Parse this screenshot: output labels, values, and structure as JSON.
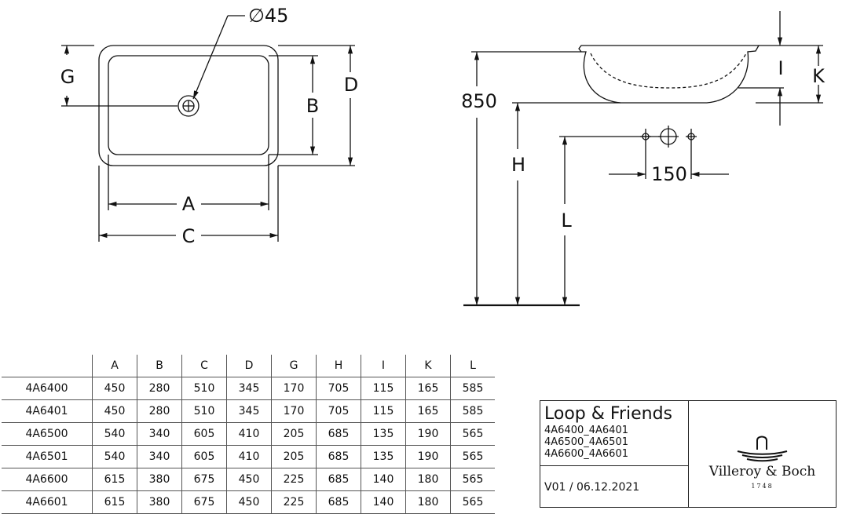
{
  "drawing": {
    "top_view": {
      "diameter_label": "∅45",
      "labels": {
        "A": "A",
        "B": "B",
        "C": "C",
        "D": "D",
        "G": "G"
      }
    },
    "side_view": {
      "height_label": "850",
      "labels": {
        "H": "H",
        "L": "L",
        "I": "I",
        "K": "K"
      },
      "spacing_label": "150"
    }
  },
  "table": {
    "headers": [
      "A",
      "B",
      "C",
      "D",
      "G",
      "H",
      "I",
      "K",
      "L"
    ],
    "rows": [
      {
        "code": "4A6400",
        "values": [
          "450",
          "280",
          "510",
          "345",
          "170",
          "705",
          "115",
          "165",
          "585"
        ]
      },
      {
        "code": "4A6401",
        "values": [
          "450",
          "280",
          "510",
          "345",
          "170",
          "705",
          "115",
          "165",
          "585"
        ]
      },
      {
        "code": "4A6500",
        "values": [
          "540",
          "340",
          "605",
          "410",
          "205",
          "685",
          "135",
          "190",
          "565"
        ]
      },
      {
        "code": "4A6501",
        "values": [
          "540",
          "340",
          "605",
          "410",
          "205",
          "685",
          "135",
          "190",
          "565"
        ]
      },
      {
        "code": "4A6600",
        "values": [
          "615",
          "380",
          "675",
          "450",
          "225",
          "685",
          "140",
          "180",
          "565"
        ]
      },
      {
        "code": "4A6601",
        "values": [
          "615",
          "380",
          "675",
          "450",
          "225",
          "685",
          "140",
          "180",
          "565"
        ]
      }
    ]
  },
  "title_block": {
    "product_name": "Loop & Friends",
    "codes": [
      "4A6400_4A6401",
      "4A6500_4A6501",
      "4A6600_4A6601"
    ],
    "version": "V01 / 06.12.2021",
    "brand": "Villeroy & Boch",
    "brand_year": "1748"
  }
}
